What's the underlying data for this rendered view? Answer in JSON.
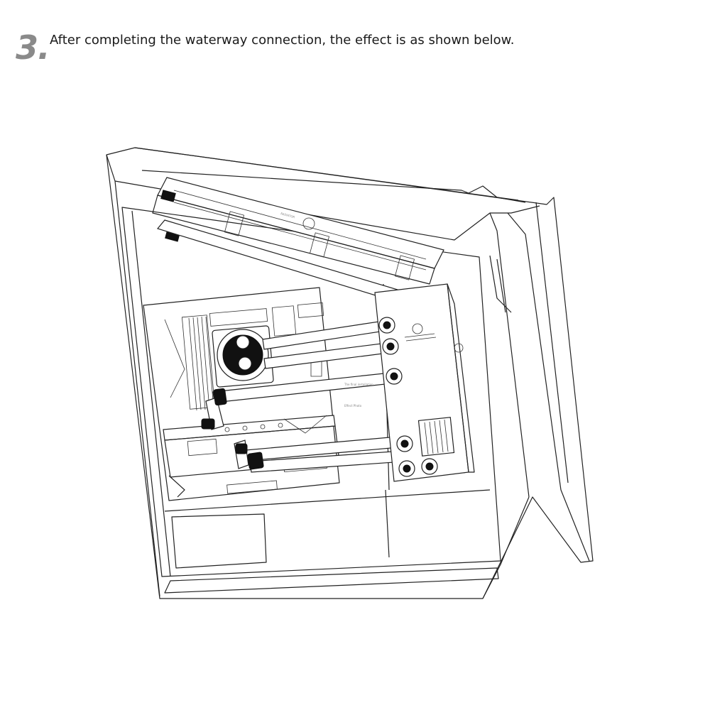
{
  "step": {
    "number": "3.",
    "instruction": "After completing the waterway connection, the effect is as shown below."
  },
  "illustration": {
    "subject": "water-cooled PC case line drawing",
    "small_labels": [
      "The final installation",
      "Effect Photo"
    ]
  }
}
